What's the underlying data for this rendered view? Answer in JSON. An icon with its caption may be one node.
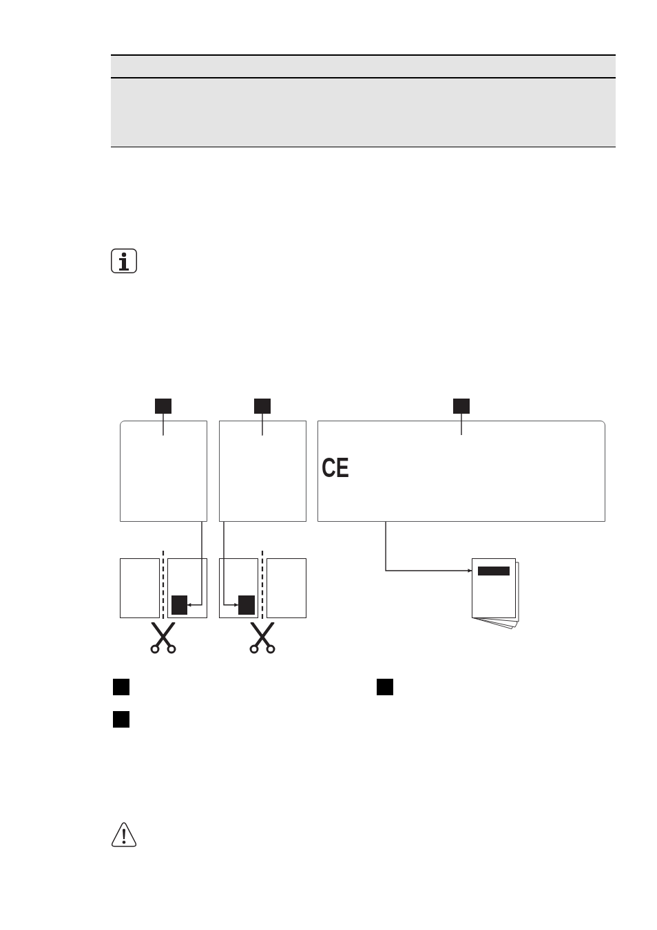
{
  "diagram": {
    "nodes": [
      {
        "text": [],
        "shape": "box"
      },
      {
        "text": [],
        "shape": "box"
      },
      {
        "text": [],
        "shape": "box"
      },
      {
        "text": [],
        "shape": "box"
      },
      {
        "text": [],
        "shape": "box"
      },
      {
        "text": [
          "CE"
        ]
      },
      {
        "text": [],
        "shape": "box"
      },
      {
        "text": [],
        "shape": "box"
      },
      {
        "text": [],
        "shape": "box",
        "in": 7
      },
      {
        "text": [],
        "shape": "box"
      },
      {
        "text": [],
        "shape": "box",
        "in": 9
      },
      {
        "text": [],
        "shape": "box"
      },
      {
        "text": [],
        "shape": "picture"
      }
    ],
    "edges": [
      {
        "from": 0,
        "to": 3,
        "arrow": "none"
      },
      {
        "from": 1,
        "to": 4,
        "arrow": "none"
      },
      {
        "from": 2,
        "to": 5,
        "arrow": "none"
      },
      {
        "from": 3,
        "to": 8,
        "arrow": "to"
      },
      {
        "from": 4,
        "to": 10,
        "arrow": "to"
      },
      {
        "from": 5,
        "to": 12,
        "arrow": "to"
      }
    ]
  }
}
